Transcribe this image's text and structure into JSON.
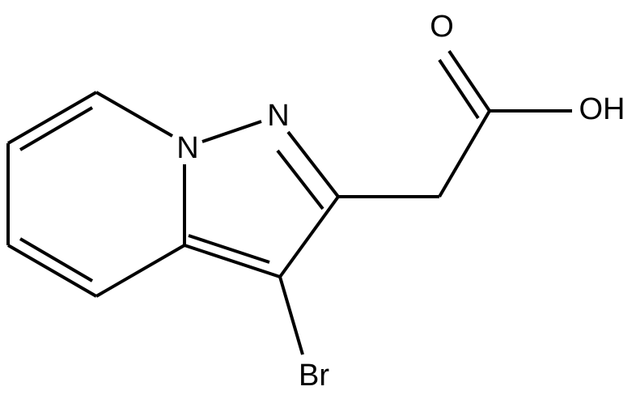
{
  "structure": {
    "atoms": {
      "n_bridge": "N",
      "n_pyrazole": "N",
      "carbonyl_oxygen": "O",
      "hydroxyl": "OH",
      "bromine": "Br"
    }
  },
  "colors": {
    "bond": "#000000",
    "label": "#000000",
    "background": "#ffffff"
  }
}
